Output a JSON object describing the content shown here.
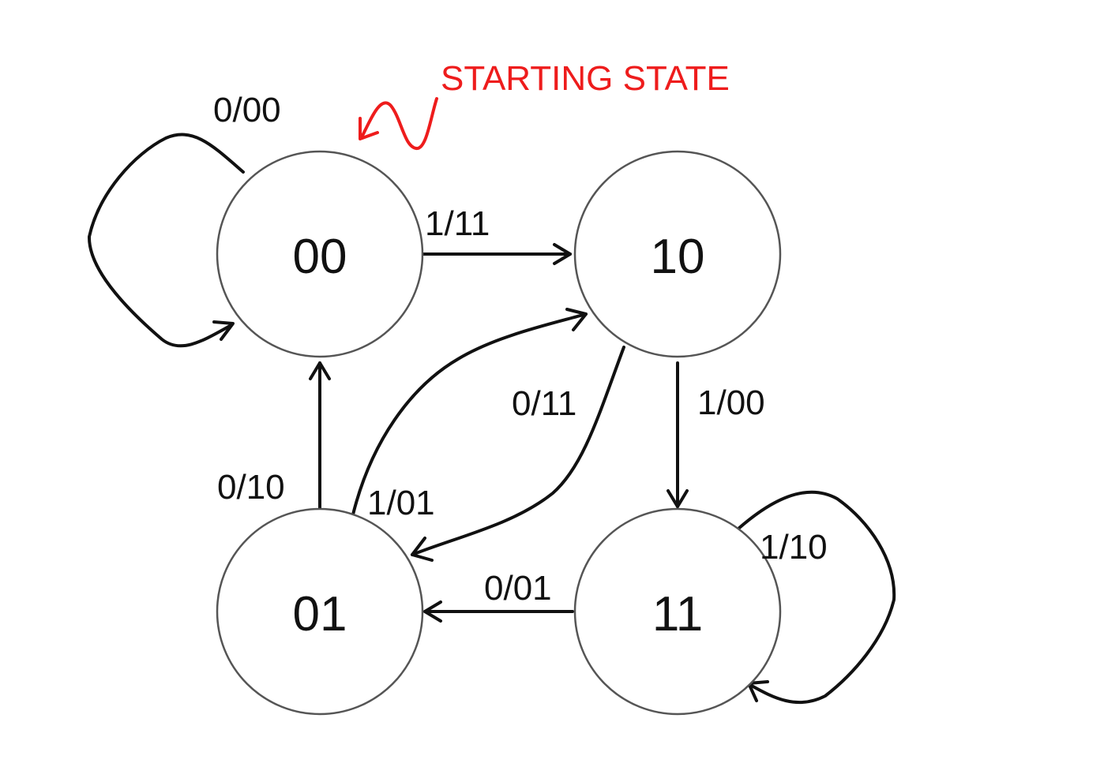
{
  "diagram": {
    "annotation": {
      "label": "STARTING STATE",
      "color": "#ee1c1c"
    },
    "states": [
      {
        "id": "s00",
        "label": "00"
      },
      {
        "id": "s10",
        "label": "10"
      },
      {
        "id": "s01",
        "label": "01"
      },
      {
        "id": "s11",
        "label": "11"
      }
    ],
    "transitions": [
      {
        "from": "00",
        "to": "00",
        "label": "0/00"
      },
      {
        "from": "00",
        "to": "10",
        "label": "1/11"
      },
      {
        "from": "10",
        "to": "01",
        "label": "0/11"
      },
      {
        "from": "10",
        "to": "11",
        "label": "1/00"
      },
      {
        "from": "01",
        "to": "00",
        "label": "0/10"
      },
      {
        "from": "01",
        "to": "10",
        "label": "1/01"
      },
      {
        "from": "11",
        "to": "11",
        "label": "1/10"
      },
      {
        "from": "11",
        "to": "01",
        "label": "0/01"
      }
    ]
  }
}
